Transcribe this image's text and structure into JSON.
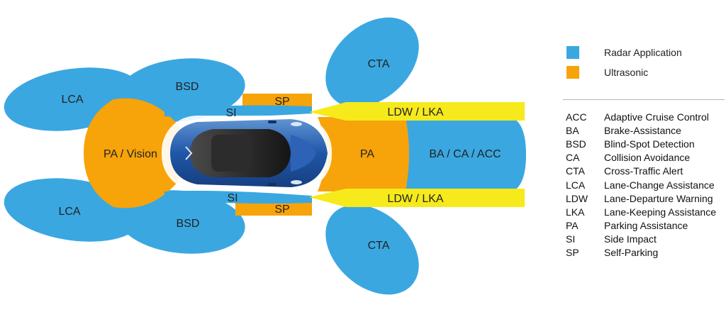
{
  "colors": {
    "radar": "#3aa7e1",
    "ultrasonic": "#f7a30a",
    "camera": "#f6ea1c"
  },
  "zones": {
    "lca_top": "LCA",
    "bsd_top": "BSD",
    "cta_top": "CTA",
    "sp_top": "SP",
    "si_top": "SI",
    "ldw_lka_top": "LDW / LKA",
    "pa_vision": "PA / Vision",
    "pa_front": "PA",
    "ba_ca_acc": "BA / CA / ACC",
    "ldw_lka_bottom": "LDW / LKA",
    "si_bottom": "SI",
    "sp_bottom": "SP",
    "lca_bottom": "LCA",
    "bsd_bottom": "BSD",
    "cta_bottom": "CTA"
  },
  "legend": {
    "items": [
      {
        "label": "Radar Application",
        "color": "#3aa7e1"
      },
      {
        "label": "Ultrasonic",
        "color": "#f7a30a"
      }
    ],
    "abbreviations": [
      {
        "abbr": "ACC",
        "meaning": "Adaptive Cruise Control"
      },
      {
        "abbr": "BA",
        "meaning": "Brake-Assistance"
      },
      {
        "abbr": "BSD",
        "meaning": "Blind-Spot Detection"
      },
      {
        "abbr": "CA",
        "meaning": "Collision Avoidance"
      },
      {
        "abbr": "CTA",
        "meaning": "Cross-Traffic Alert"
      },
      {
        "abbr": "LCA",
        "meaning": "Lane-Change Assistance"
      },
      {
        "abbr": "LDW",
        "meaning": "Lane-Departure Warning"
      },
      {
        "abbr": "LKA",
        "meaning": "Lane-Keeping Assistance"
      },
      {
        "abbr": "PA",
        "meaning": "Parking Assistance"
      },
      {
        "abbr": "SI",
        "meaning": "Side Impact"
      },
      {
        "abbr": "SP",
        "meaning": "Self-Parking"
      }
    ]
  }
}
